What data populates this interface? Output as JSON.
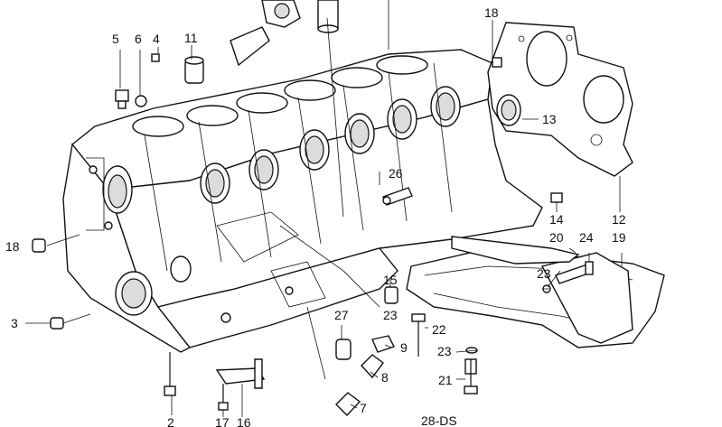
{
  "diagram": {
    "caption": "28-DS",
    "callouts": [
      {
        "id": "c5",
        "text": "5"
      },
      {
        "id": "c6",
        "text": "6"
      },
      {
        "id": "c4",
        "text": "4"
      },
      {
        "id": "c11",
        "text": "11"
      },
      {
        "id": "c18a",
        "text": "18"
      },
      {
        "id": "c13",
        "text": "13"
      },
      {
        "id": "c26",
        "text": "26"
      },
      {
        "id": "c14",
        "text": "14"
      },
      {
        "id": "c12",
        "text": "12"
      },
      {
        "id": "c18b",
        "text": "18"
      },
      {
        "id": "c20",
        "text": "20"
      },
      {
        "id": "c24",
        "text": "24"
      },
      {
        "id": "c19",
        "text": "19"
      },
      {
        "id": "c15",
        "text": "15"
      },
      {
        "id": "c23a",
        "text": "23"
      },
      {
        "id": "c23b",
        "text": "23"
      },
      {
        "id": "c3",
        "text": "3"
      },
      {
        "id": "c27",
        "text": "27"
      },
      {
        "id": "c22",
        "text": "22"
      },
      {
        "id": "c9",
        "text": "9"
      },
      {
        "id": "c23c",
        "text": "23"
      },
      {
        "id": "c8",
        "text": "8"
      },
      {
        "id": "c21",
        "text": "21"
      },
      {
        "id": "c7",
        "text": "7"
      },
      {
        "id": "c2",
        "text": "2"
      },
      {
        "id": "c17",
        "text": "17"
      },
      {
        "id": "c16",
        "text": "16"
      }
    ]
  }
}
